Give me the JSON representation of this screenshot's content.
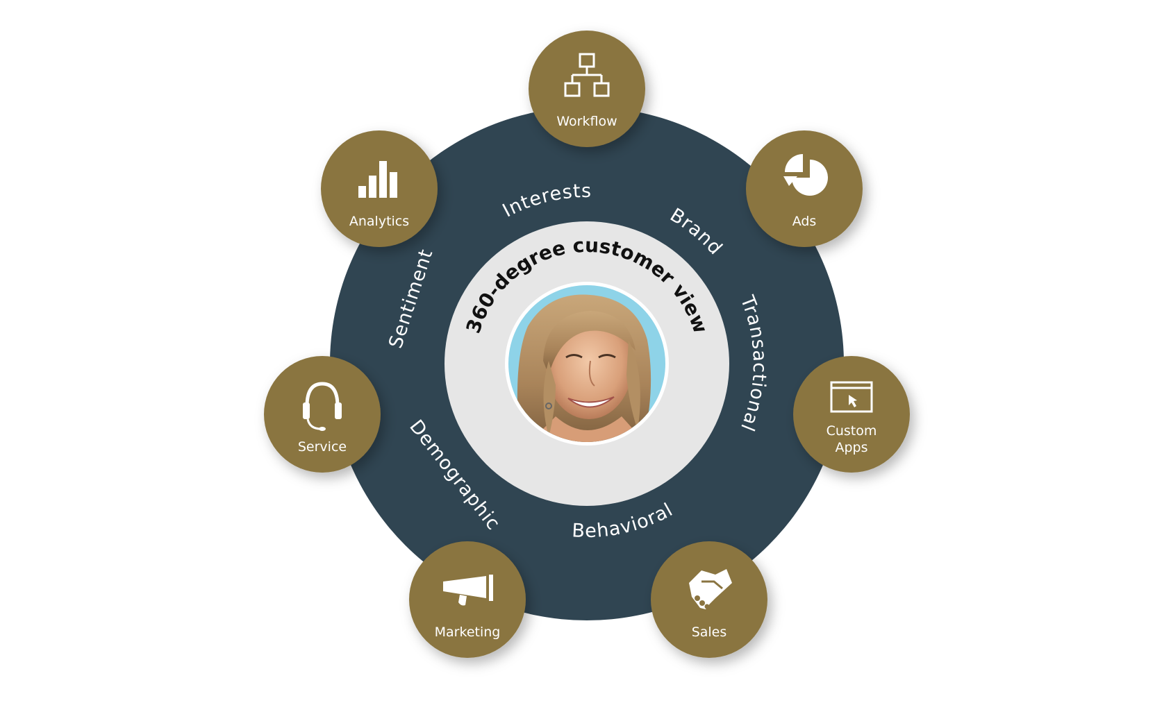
{
  "center": {
    "title": "360-degree customer view"
  },
  "ring_labels": {
    "interests": "Interests",
    "brand": "Brand",
    "transactional": "Transactional",
    "behavioral": "Behavioral",
    "demographic": "Demographic",
    "sentiment": "Sentiment"
  },
  "nodes": {
    "workflow": {
      "label": "Workflow",
      "icon": "workflow-hierarchy-icon"
    },
    "ads": {
      "label": "Ads",
      "icon": "pie-chart-icon"
    },
    "custom_apps": {
      "label_line1": "Custom",
      "label_line2": "Apps",
      "icon": "app-window-icon"
    },
    "sales": {
      "label": "Sales",
      "icon": "handshake-icon"
    },
    "marketing": {
      "label": "Marketing",
      "icon": "megaphone-icon"
    },
    "service": {
      "label": "Service",
      "icon": "headset-icon"
    },
    "analytics": {
      "label": "Analytics",
      "icon": "bar-chart-icon"
    }
  },
  "colors": {
    "ring": "#304552",
    "inner_ring": "#e6e6e6",
    "node": "#8a7441",
    "photo_bg": "#8ed3e8"
  }
}
